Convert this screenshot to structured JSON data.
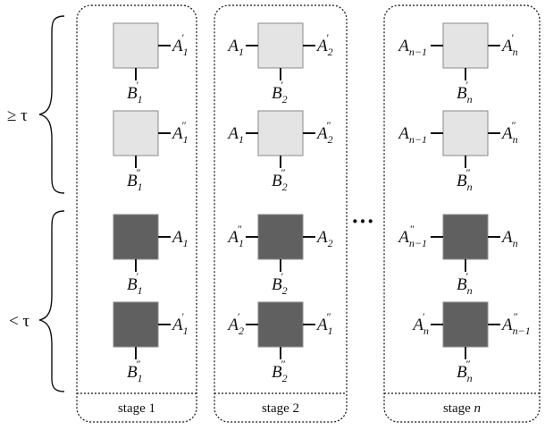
{
  "side_labels": {
    "upper": "≥ τ",
    "lower": "< τ"
  },
  "ellipsis": "···",
  "colors": {
    "light_box": "#e4e4e4",
    "dark_box": "#606060",
    "box_stroke": "#8a8a8a"
  },
  "stages": [
    {
      "footer": {
        "text": "stage ",
        "index": "1",
        "index_italic": false
      },
      "rows": [
        {
          "shade": "light",
          "left": null,
          "right": {
            "base": "A",
            "sub": "1",
            "sup": "′"
          },
          "bottom": {
            "base": "B",
            "sub": "1",
            "sup": "′"
          }
        },
        {
          "shade": "light",
          "left": null,
          "right": {
            "base": "A",
            "sub": "1",
            "sup": "″"
          },
          "bottom": {
            "base": "B",
            "sub": "1",
            "sup": "″"
          }
        },
        {
          "shade": "dark",
          "left": null,
          "right": {
            "base": "A",
            "sub": "1",
            "sup": ""
          },
          "bottom": {
            "base": "B",
            "sub": "1",
            "sup": "′"
          }
        },
        {
          "shade": "dark",
          "left": null,
          "right": {
            "base": "A",
            "sub": "1",
            "sup": "′"
          },
          "bottom": {
            "base": "B",
            "sub": "1",
            "sup": "″"
          }
        }
      ]
    },
    {
      "footer": {
        "text": "stage ",
        "index": "2",
        "index_italic": false
      },
      "rows": [
        {
          "shade": "light",
          "left": {
            "base": "A",
            "sub": "1",
            "sup": ""
          },
          "right": {
            "base": "A",
            "sub": "2",
            "sup": "′"
          },
          "bottom": {
            "base": "B",
            "sub": "2",
            "sup": "′"
          }
        },
        {
          "shade": "light",
          "left": {
            "base": "A",
            "sub": "1",
            "sup": ""
          },
          "right": {
            "base": "A",
            "sub": "2",
            "sup": "″"
          },
          "bottom": {
            "base": "B",
            "sub": "2",
            "sup": "″"
          }
        },
        {
          "shade": "dark",
          "left": {
            "base": "A",
            "sub": "1",
            "sup": "″"
          },
          "right": {
            "base": "A",
            "sub": "2",
            "sup": ""
          },
          "bottom": {
            "base": "B",
            "sub": "2",
            "sup": "′"
          }
        },
        {
          "shade": "dark",
          "left": {
            "base": "A",
            "sub": "2",
            "sup": "′"
          },
          "right": {
            "base": "A",
            "sub": "1",
            "sup": "″"
          },
          "bottom": {
            "base": "B",
            "sub": "2",
            "sup": "″"
          }
        }
      ]
    },
    {
      "footer": {
        "text": "stage ",
        "index": "n",
        "index_italic": true
      },
      "rows": [
        {
          "shade": "light",
          "left": {
            "base": "A",
            "sub": "n−1",
            "sup": ""
          },
          "right": {
            "base": "A",
            "sub": "n",
            "sup": "′"
          },
          "bottom": {
            "base": "B",
            "sub": "n",
            "sup": "′"
          }
        },
        {
          "shade": "light",
          "left": {
            "base": "A",
            "sub": "n−1",
            "sup": ""
          },
          "right": {
            "base": "A",
            "sub": "n",
            "sup": "″"
          },
          "bottom": {
            "base": "B",
            "sub": "n",
            "sup": "″"
          }
        },
        {
          "shade": "dark",
          "left": {
            "base": "A",
            "sub": "n−1",
            "sup": "″"
          },
          "right": {
            "base": "A",
            "sub": "n",
            "sup": ""
          },
          "bottom": {
            "base": "B",
            "sub": "n",
            "sup": "′"
          }
        },
        {
          "shade": "dark",
          "left": {
            "base": "A",
            "sub": "n",
            "sup": "′"
          },
          "right": {
            "base": "A",
            "sub": "n−1",
            "sup": "″"
          },
          "bottom": {
            "base": "B",
            "sub": "n",
            "sup": "″"
          }
        }
      ]
    }
  ]
}
